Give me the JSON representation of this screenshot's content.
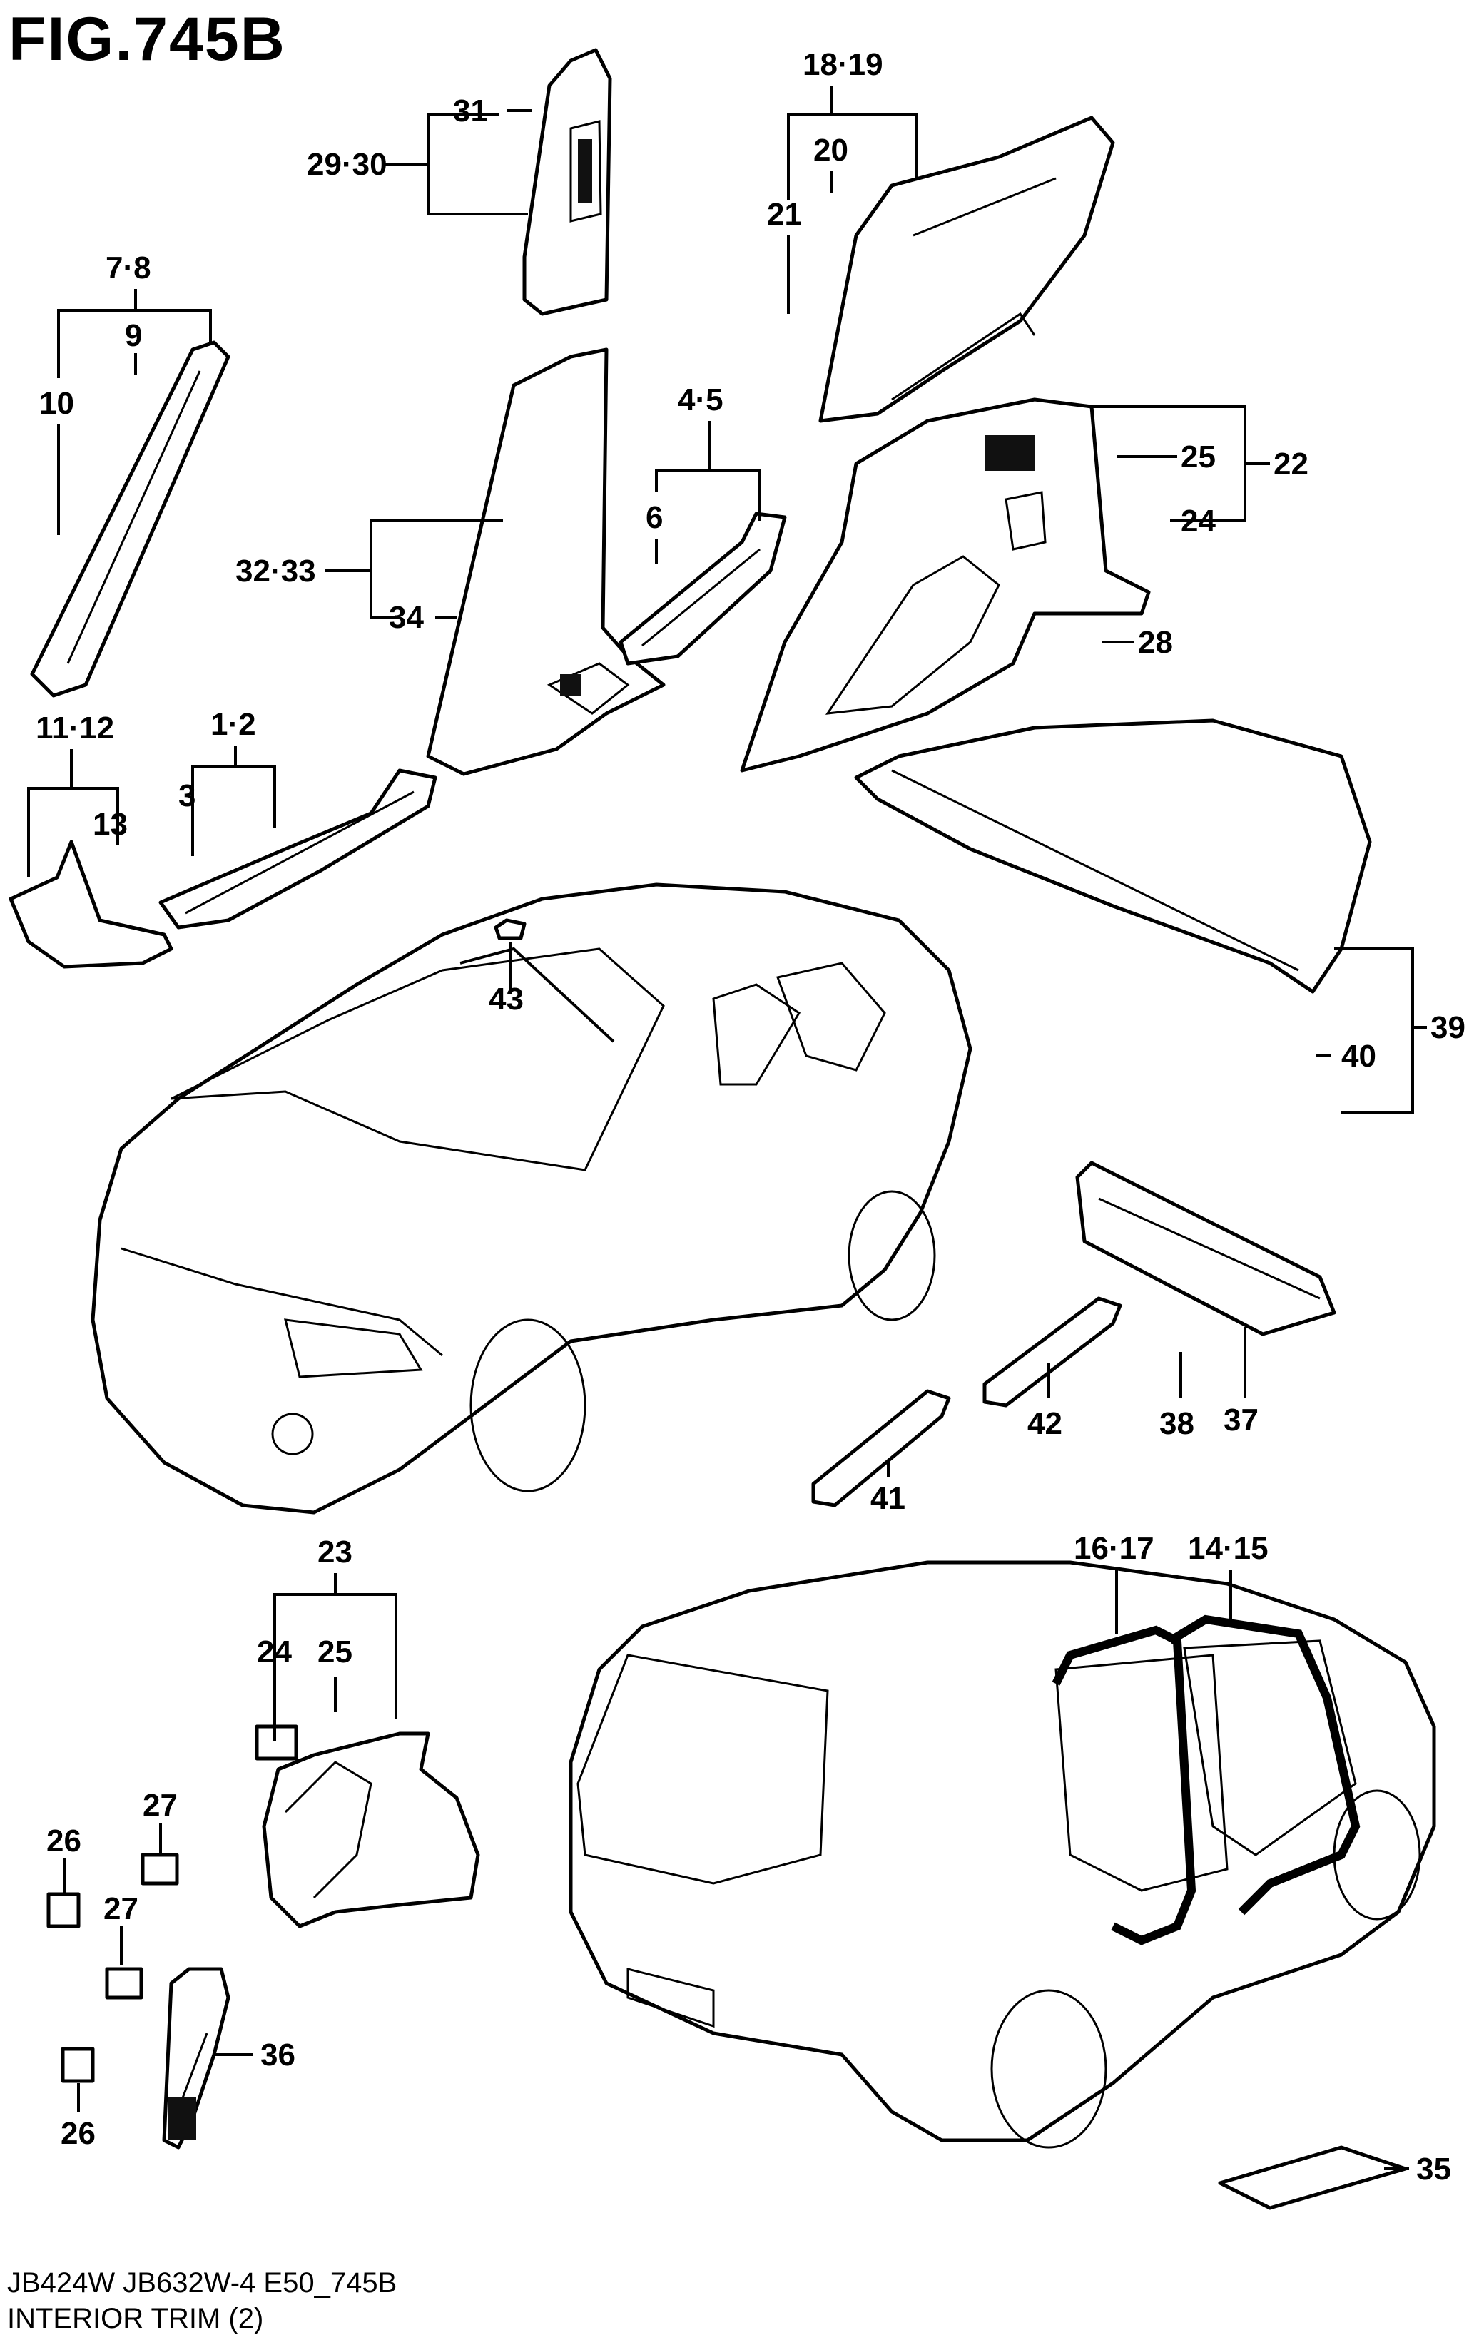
{
  "figure": {
    "title": "FIG.745B",
    "footer_code": "JB424W JB632W-4 E50_745B",
    "footer_title": "INTERIOR TRIM (2)"
  },
  "labels": {
    "l29_30": "29·30",
    "l31": "31",
    "l18_19": "18·19",
    "l20": "20",
    "l21": "21",
    "l7_8": "7·8",
    "l9": "9",
    "l10": "10",
    "l32_33": "32·33",
    "l34": "34",
    "l4_5": "4·5",
    "l6": "6",
    "l25a": "25",
    "l22": "22",
    "l24a": "24",
    "l28": "28",
    "l11_12": "11·12",
    "l13": "13",
    "l1_2": "1·2",
    "l3": "3",
    "l43": "43",
    "l39": "39",
    "l40": "40",
    "l41": "41",
    "l42": "42",
    "l38": "38",
    "l37": "37",
    "l23": "23",
    "l24b": "24",
    "l25b": "25",
    "l27a": "27",
    "l27b": "27",
    "l26a": "26",
    "l26b": "26",
    "l36": "36",
    "l16_17": "16·17",
    "l14_15": "14·15",
    "l35": "35"
  }
}
